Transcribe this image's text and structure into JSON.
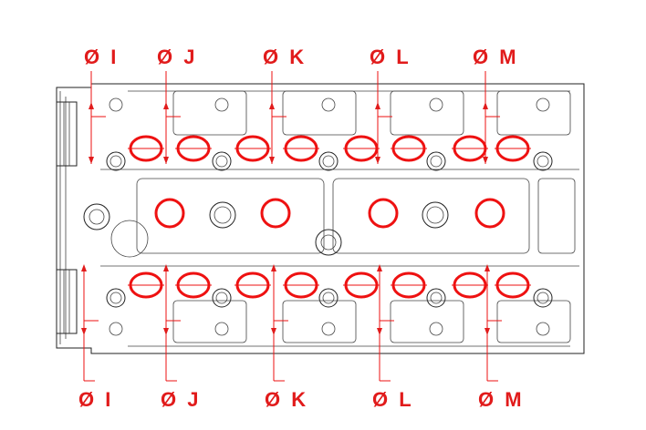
{
  "diagram": {
    "accent_color": "#e11b1b",
    "line_color": "#222222",
    "labels_top": [
      "Ø I",
      "Ø J",
      "Ø K",
      "Ø L",
      "Ø M"
    ],
    "labels_bottom": [
      "Ø I",
      "Ø J",
      "Ø K",
      "Ø L",
      "Ø M"
    ]
  }
}
